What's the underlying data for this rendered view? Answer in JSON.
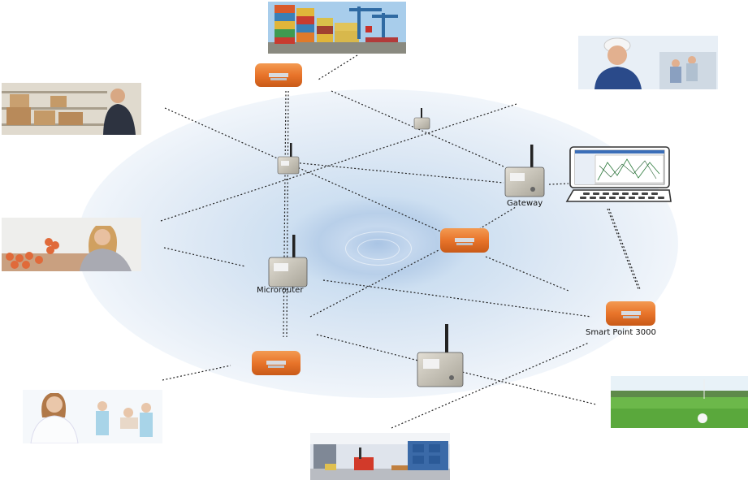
{
  "labels": {
    "gateway": "Gateway",
    "microrouter": "Microrouter",
    "smart_point": "Smart Point 3000"
  },
  "colors": {
    "link_line": "#222222",
    "sensor_orange": "#e8742a",
    "glow_blue": "#b8cfe9",
    "router_body": "#c8c4b8"
  },
  "icons": {
    "gateway": "gateway-device-icon",
    "computer": "computer-monitor-icon",
    "sensor": "orange-sensor-icon",
    "router": "router-antenna-icon"
  }
}
